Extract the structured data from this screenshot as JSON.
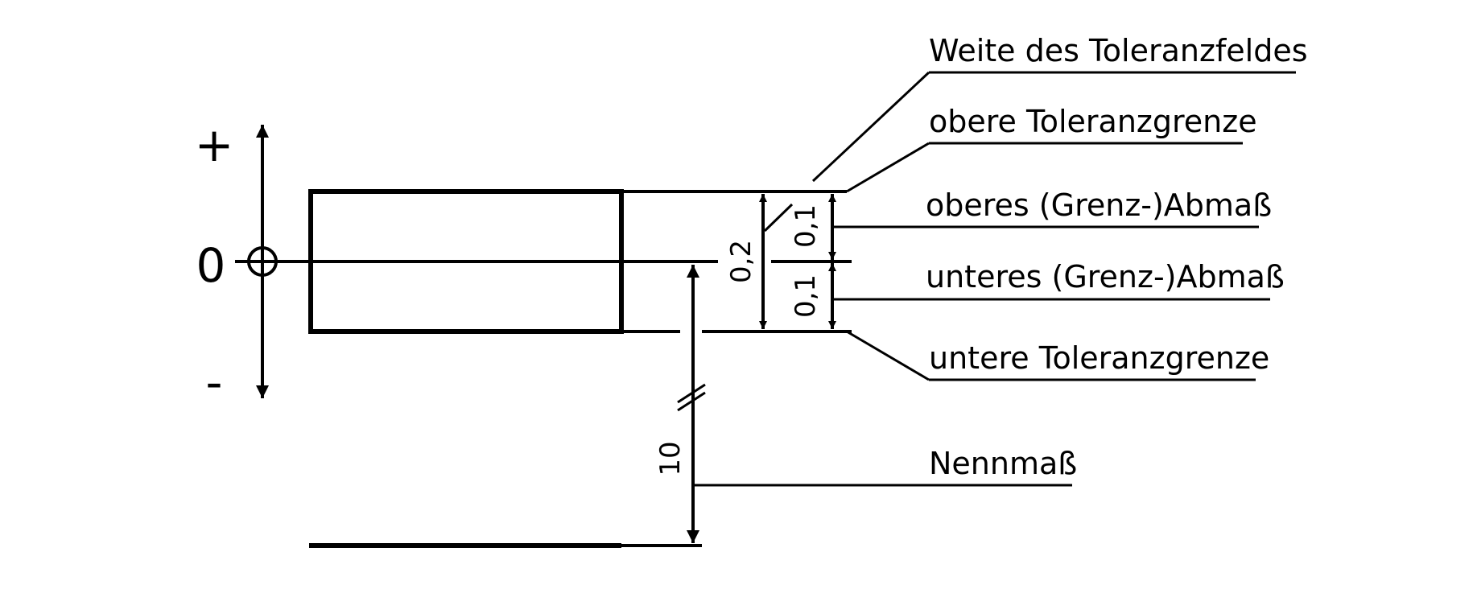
{
  "axis": {
    "plus": "+",
    "zero": "0",
    "minus": "-"
  },
  "dimensions": {
    "total": "0,2",
    "upper": "0,1",
    "lower": "0,1",
    "nominal": "10"
  },
  "labels": {
    "field_width": "Weite des Toleranzfeldes",
    "upper_limit": "obere Toleranzgrenze",
    "upper_deviation": "oberes (Grenz-)Abmaß",
    "lower_deviation": "unteres (Grenz-)Abmaß",
    "lower_limit": "untere Toleranzgrenze",
    "nominal_size": "Nennmaß"
  },
  "colors": {
    "stroke": "#000000",
    "background": "#ffffff"
  }
}
